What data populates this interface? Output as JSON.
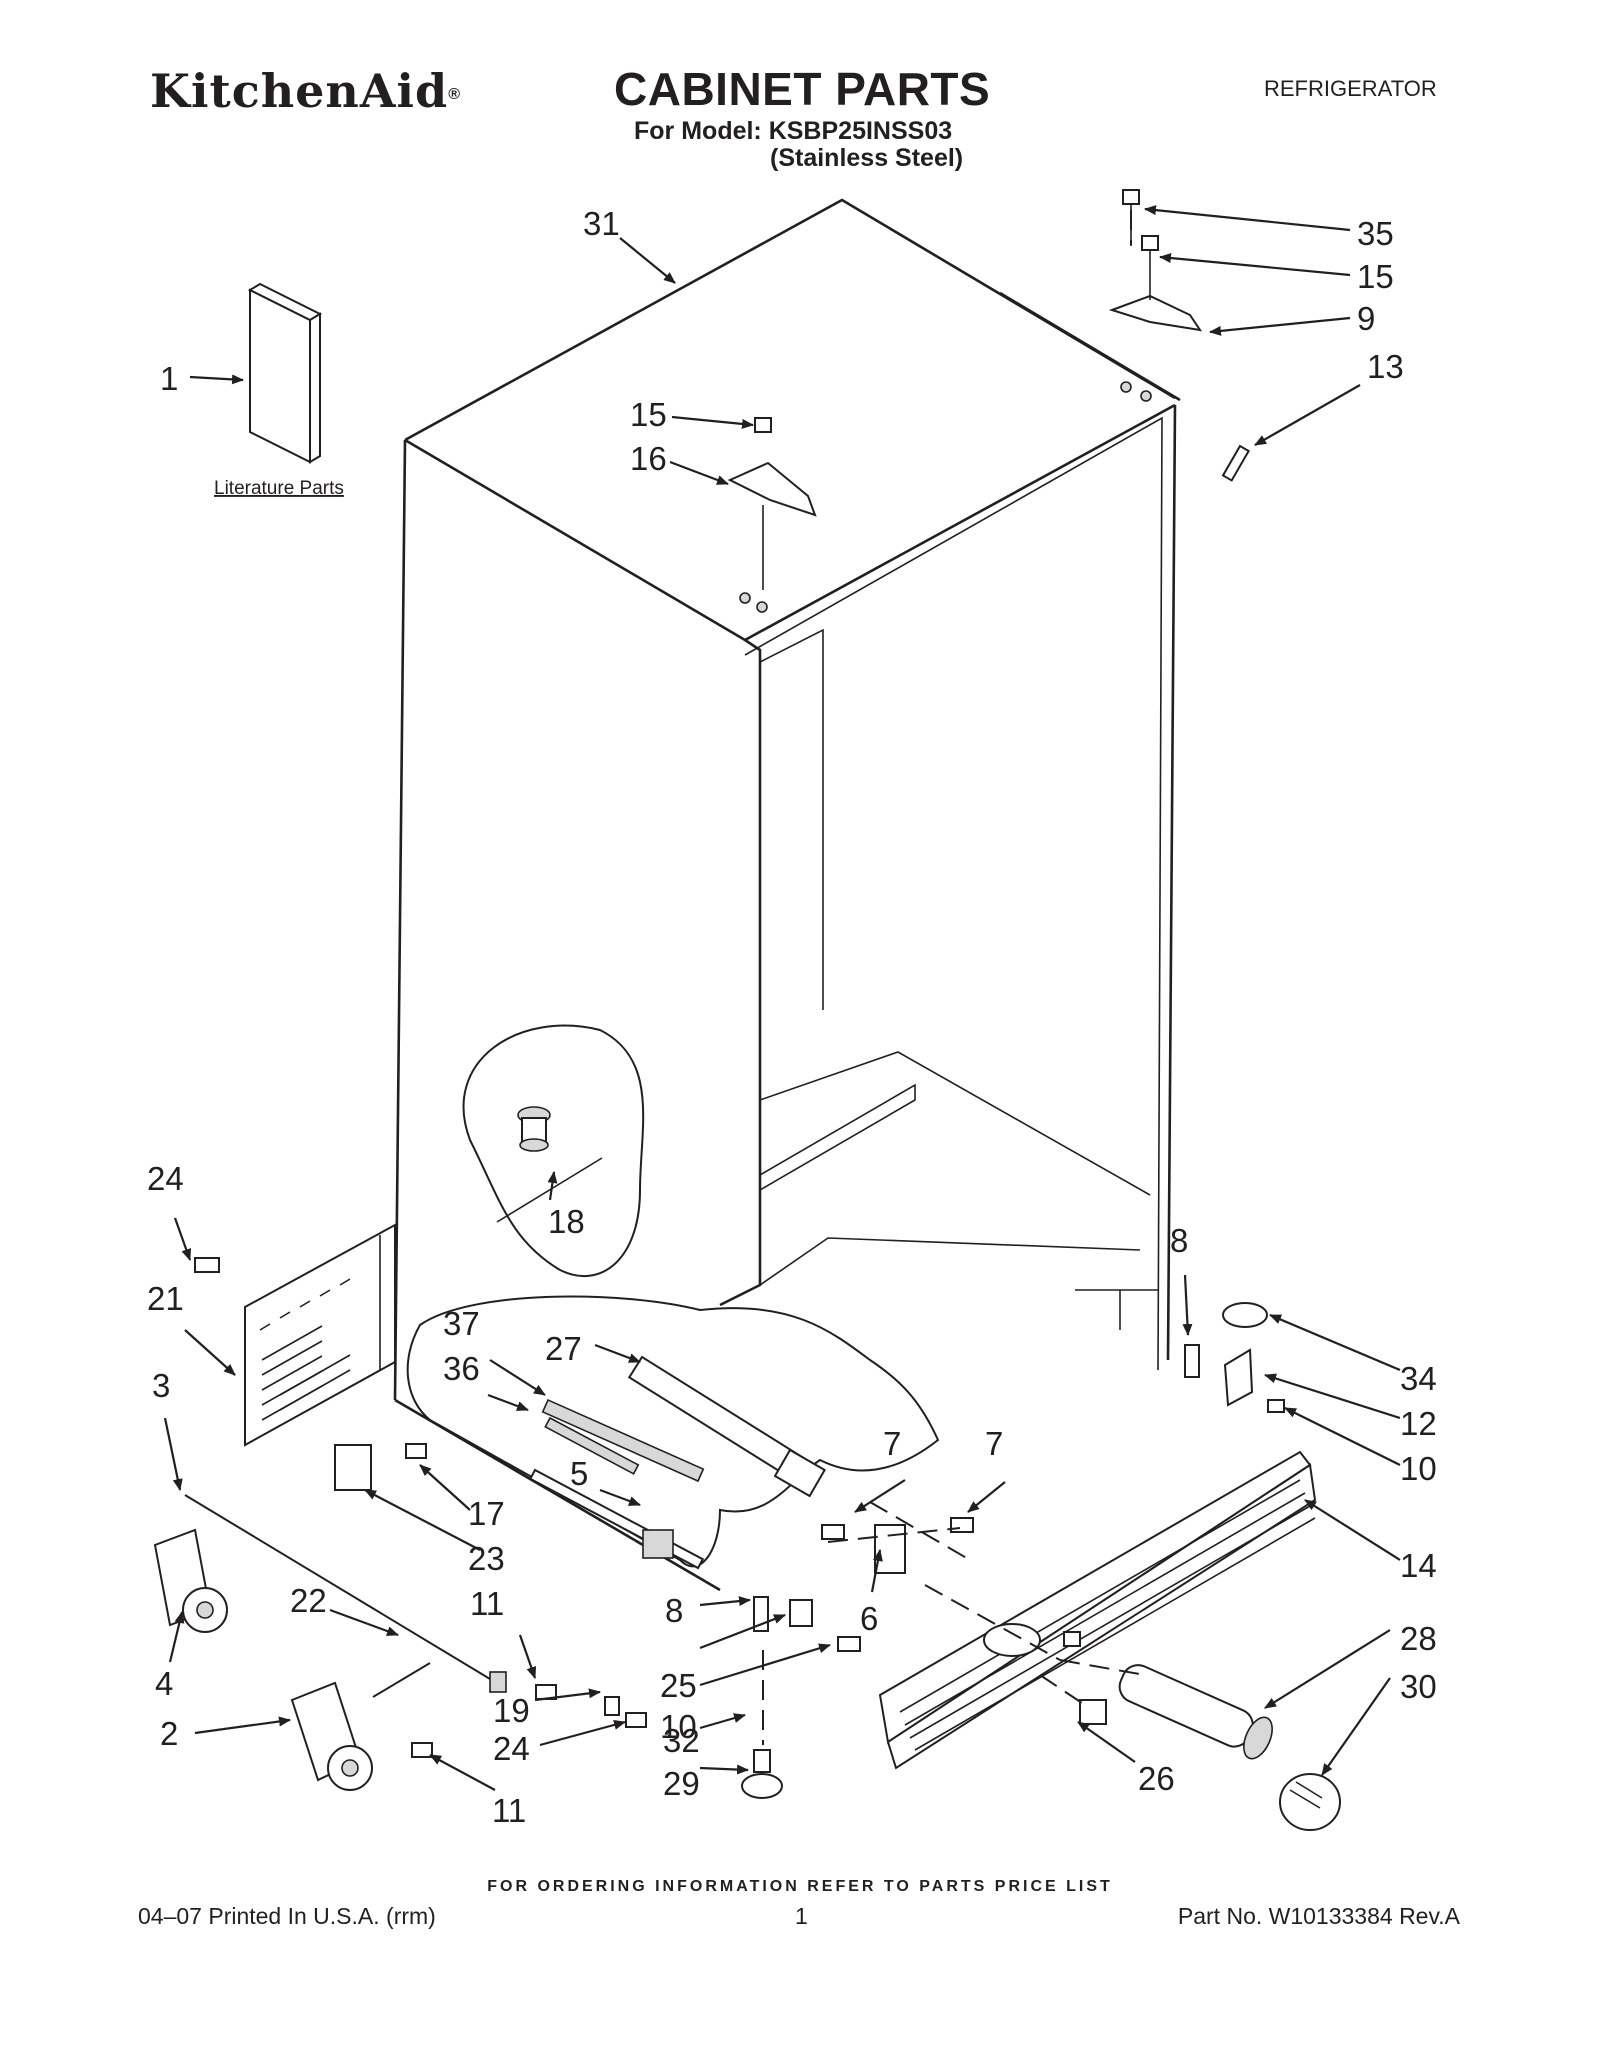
{
  "header": {
    "brand": "KitchenAid",
    "brand_mark": "®",
    "title": "CABINET PARTS",
    "category": "REFRIGERATOR",
    "model_line": "For Model: KSBP25INSS03",
    "variant_line": "(Stainless Steel)"
  },
  "diagram": {
    "literature_label": "Literature Parts",
    "callouts": [
      "1",
      "2",
      "3",
      "4",
      "5",
      "6",
      "7",
      "7",
      "8",
      "8",
      "9",
      "10",
      "10",
      "11",
      "11",
      "12",
      "13",
      "14",
      "15",
      "15",
      "16",
      "17",
      "18",
      "19",
      "21",
      "22",
      "23",
      "24",
      "24",
      "25",
      "26",
      "27",
      "28",
      "29",
      "30",
      "31",
      "32",
      "34",
      "35",
      "36",
      "37"
    ]
  },
  "footer": {
    "ordering_note": "FOR ORDERING INFORMATION REFER TO PARTS PRICE LIST",
    "print_info": "04–07 Printed In U.S.A. (rrm)",
    "page_number": "1",
    "part_number": "Part No. W10133384 Rev.A"
  }
}
